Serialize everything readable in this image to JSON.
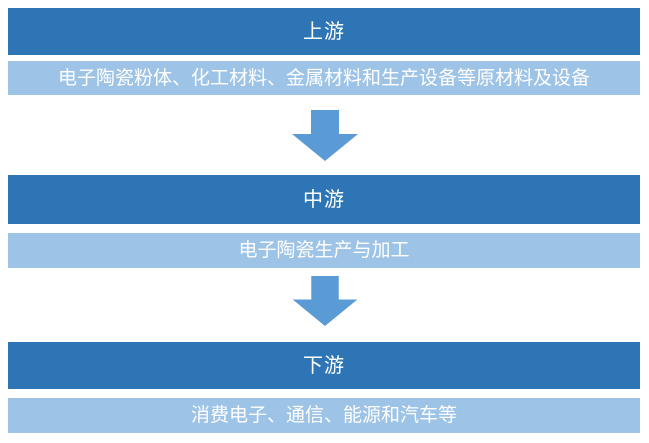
{
  "diagram": {
    "sections": [
      {
        "header": "上游",
        "detail": "电子陶瓷粉体、化工材料、金属材料和生产设备等原材料及设备"
      },
      {
        "header": "中游",
        "detail": "电子陶瓷生产与加工"
      },
      {
        "header": "下游",
        "detail": "消费电子、通信、能源和汽车等"
      }
    ],
    "flow_arrows": [
      {
        "icon": "down-arrow-icon"
      },
      {
        "icon": "down-arrow-icon"
      }
    ],
    "colors": {
      "header_bar": "#2E75B6",
      "detail_bar": "#9DC3E6",
      "arrow": "#5B9BD5",
      "bar_text": "#FFFFFF",
      "background": "#FFFFFF"
    }
  }
}
